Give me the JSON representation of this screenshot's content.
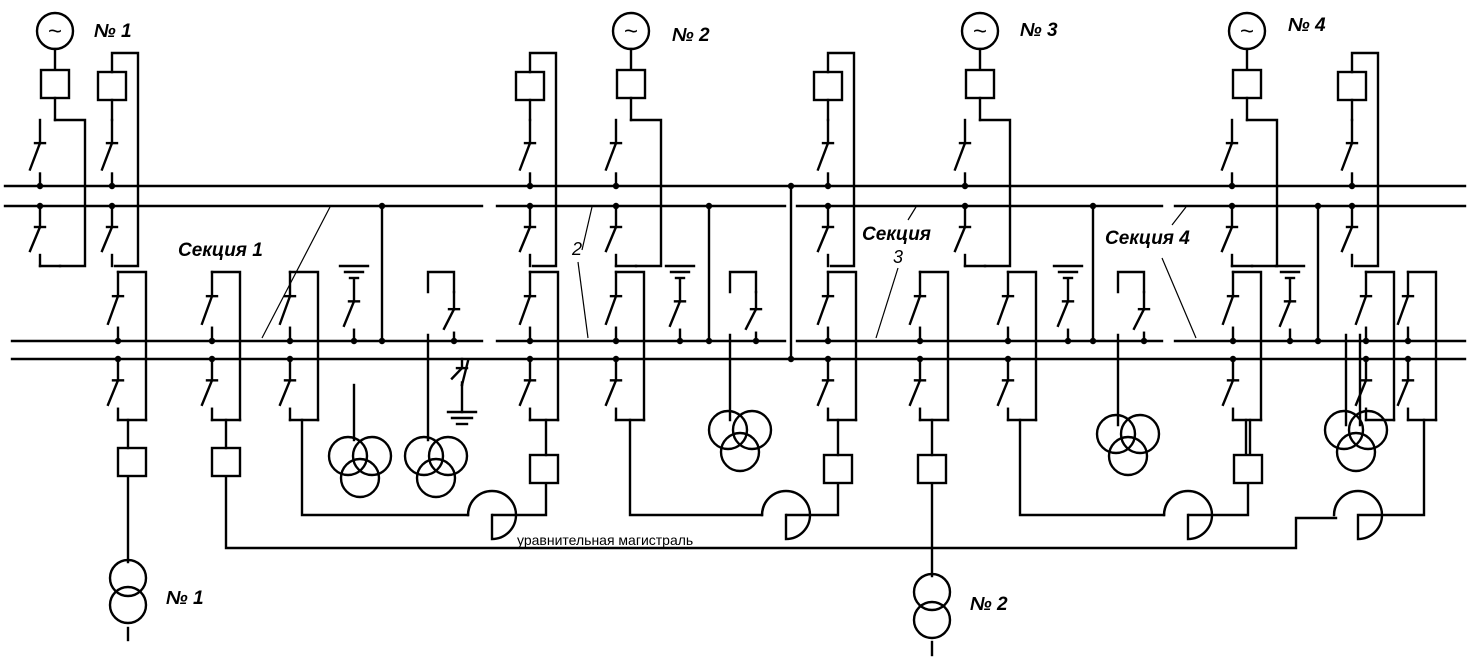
{
  "generators": [
    {
      "label": "№ 1",
      "symbol": "~"
    },
    {
      "label": "№ 2",
      "symbol": "~"
    },
    {
      "label": "№ 3",
      "symbol": "~"
    },
    {
      "label": "№ 4",
      "symbol": "~"
    }
  ],
  "sections": [
    {
      "label": "Секция  1"
    },
    {
      "label": "2"
    },
    {
      "label_line1": "Секция",
      "label_line2": "3"
    },
    {
      "label": "Секция 4"
    }
  ],
  "transformers": [
    {
      "label": "№ 1"
    },
    {
      "label": "№ 2"
    }
  ],
  "equalizing_line_label": "уравнительная магистраль"
}
